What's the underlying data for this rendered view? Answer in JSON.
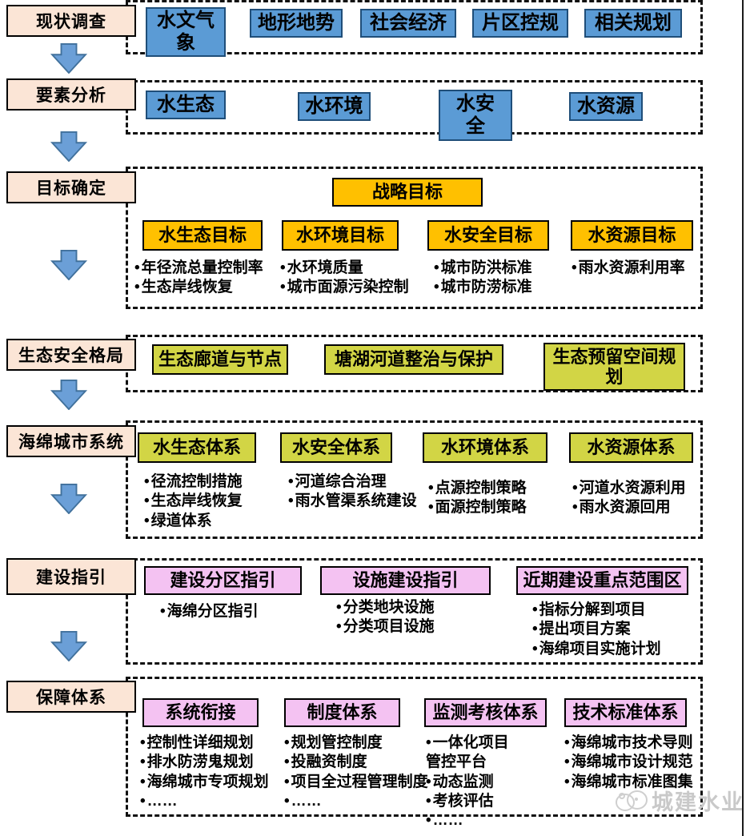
{
  "colors": {
    "stage_bg": "#FBE5D6",
    "blue": "#5B9BD5",
    "blue_border": "#1F4E79",
    "orange": "#FFC000",
    "green": "#D2D545",
    "pink": "#F4C2F2",
    "arrow_fill": "#6B9FD7",
    "arrow_stroke": "#41719C",
    "watermark": "#c9c9c9"
  },
  "watermark": {
    "text": "城建水业"
  },
  "rows": [
    {
      "stage": "现状调查",
      "boxes": [
        {
          "label": "水文气\n象"
        },
        {
          "label": "地形地势"
        },
        {
          "label": "社会经济"
        },
        {
          "label": "片区控规"
        },
        {
          "label": "相关规划"
        }
      ]
    },
    {
      "stage": "要素分析",
      "boxes": [
        {
          "label": "水生态"
        },
        {
          "label": "水环境"
        },
        {
          "label": "水安\n全"
        },
        {
          "label": "水资源"
        }
      ]
    },
    {
      "stage": "目标确定",
      "strategy_label": "战略目标",
      "columns": [
        {
          "title": "水生态目标",
          "bullets": [
            "年径流总量控制率",
            "生态岸线恢复"
          ]
        },
        {
          "title": "水环境目标",
          "bullets": [
            "水环境质量",
            "城市面源污染控制"
          ]
        },
        {
          "title": "水安全目标",
          "bullets": [
            "城市防洪标准",
            "城市防涝标准"
          ]
        },
        {
          "title": "水资源目标",
          "bullets": [
            "雨水资源利用率"
          ]
        }
      ]
    },
    {
      "stage": "生态安全格局",
      "boxes": [
        {
          "label": "生态廊道与节点"
        },
        {
          "label": "塘湖河道整治与保护"
        },
        {
          "label": "生态预留空间规\n划"
        }
      ]
    },
    {
      "stage": "海绵城市系统",
      "columns": [
        {
          "title": "水生态体系",
          "bullets": [
            "径流控制措施",
            "生态岸线恢复",
            "绿道体系"
          ]
        },
        {
          "title": "水安全体系",
          "bullets": [
            "河道综合治理",
            "雨水管渠系统建设"
          ]
        },
        {
          "title": "水环境体系",
          "bullets": [
            "点源控制策略",
            "面源控制策略"
          ]
        },
        {
          "title": "水资源体系",
          "bullets": [
            "河道水资源利用",
            "雨水资源回用"
          ]
        }
      ]
    },
    {
      "stage": "建设指引",
      "columns": [
        {
          "title": "建设分区指引",
          "bullets": [
            "海绵分区指引"
          ]
        },
        {
          "title": "设施建设指引",
          "bullets": [
            "分类地块设施",
            "分类项目设施"
          ]
        },
        {
          "title": "近期建设重点范围区",
          "bullets": [
            "指标分解到项目",
            "提出项目方案",
            "海绵项目实施计划"
          ]
        }
      ]
    },
    {
      "stage": "保障体系",
      "columns": [
        {
          "title": "系统衔接",
          "bullets": [
            "控制性详细规划",
            "排水防涝鬼规划",
            "海绵城市专项规划",
            "……"
          ]
        },
        {
          "title": "制度体系",
          "bullets": [
            "规划管控制度",
            "投融资制度",
            "项目全过程管理制度",
            "……"
          ]
        },
        {
          "title": "监测考核体系",
          "bullets": [
            "一体化项目\n管控平台",
            "动态监测",
            "考核评估",
            "……"
          ]
        },
        {
          "title": "技术标准体系",
          "bullets": [
            "海绵城市技术导则",
            "海绵城市设计规范",
            "海绵城市标准图集"
          ]
        }
      ]
    }
  ]
}
